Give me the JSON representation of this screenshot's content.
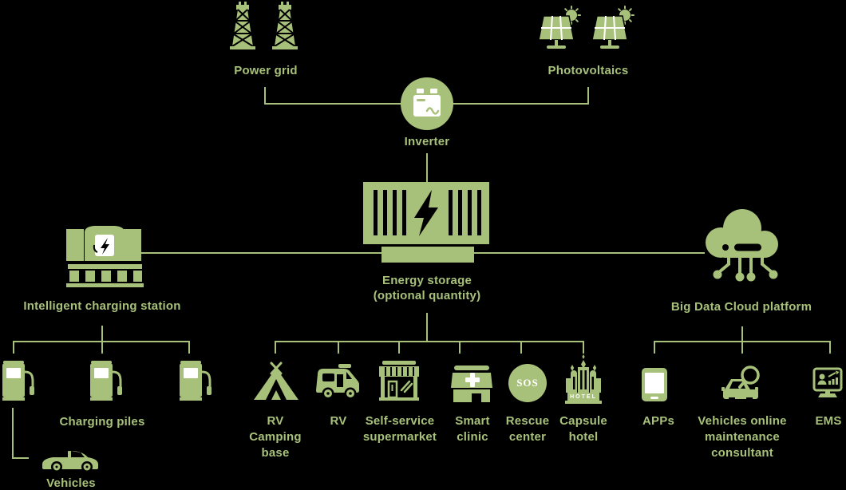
{
  "colors": {
    "accent": "#a8c17a",
    "background": "#000000",
    "detail": "#ffffff"
  },
  "nodes": {
    "power_grid": {
      "label": "Power grid"
    },
    "photovoltaics": {
      "label": "Photovoltaics"
    },
    "inverter": {
      "label": "Inverter"
    },
    "energy_storage": {
      "label": "Energy storage",
      "sublabel": "(optional quantity)"
    },
    "charging_station": {
      "label": "Intelligent charging station"
    },
    "cloud_platform": {
      "label": "Big Data Cloud platform"
    },
    "charging_piles": {
      "label": "Charging piles"
    },
    "vehicles": {
      "label": "Vehicles"
    },
    "rv_camping": {
      "line1": "RV",
      "line2": "Camping",
      "line3": "base"
    },
    "rv": {
      "label": "RV"
    },
    "supermarket": {
      "line1": "Self-service",
      "line2": "supermarket"
    },
    "clinic": {
      "line1": "Smart",
      "line2": "clinic"
    },
    "rescue": {
      "line1": "Rescue",
      "line2": "center",
      "icon_text": "SOS"
    },
    "hotel": {
      "line1": "Capsule",
      "line2": "hotel",
      "icon_text": "HOTEL"
    },
    "apps": {
      "label": "APPs"
    },
    "maintenance": {
      "line1": "Vehicles online",
      "line2": "maintenance",
      "line3": "consultant"
    },
    "ems": {
      "label": "EMS"
    }
  },
  "icons": {
    "power_grid": "transmission-towers-icon",
    "photovoltaics": "solar-panels-icon",
    "inverter": "battery-inverter-icon",
    "energy_storage": "battery-cabinet-lightning-icon",
    "charging_station": "charging-station-building-icon",
    "cloud_platform": "cloud-circuit-icon",
    "charging_piles": "charging-pile-icon",
    "vehicles": "car-side-icon",
    "rv_camping": "tent-icon",
    "rv": "camper-van-icon",
    "supermarket": "storefront-awning-icon",
    "clinic": "clinic-cross-icon",
    "rescue": "sos-circle-icon",
    "hotel": "hotel-building-icon",
    "apps": "tablet-icon",
    "maintenance": "car-magnifier-icon",
    "ems": "monitor-analytics-icon"
  },
  "edges": [
    "power_grid - inverter",
    "photovoltaics - inverter",
    "inverter - energy_storage",
    "energy_storage - charging_station",
    "energy_storage - cloud_platform",
    "energy_storage - rv_camping / rv / supermarket / clinic / rescue / hotel",
    "charging_station - charging_piles",
    "charging_piles - vehicles",
    "cloud_platform - apps / maintenance / ems"
  ]
}
